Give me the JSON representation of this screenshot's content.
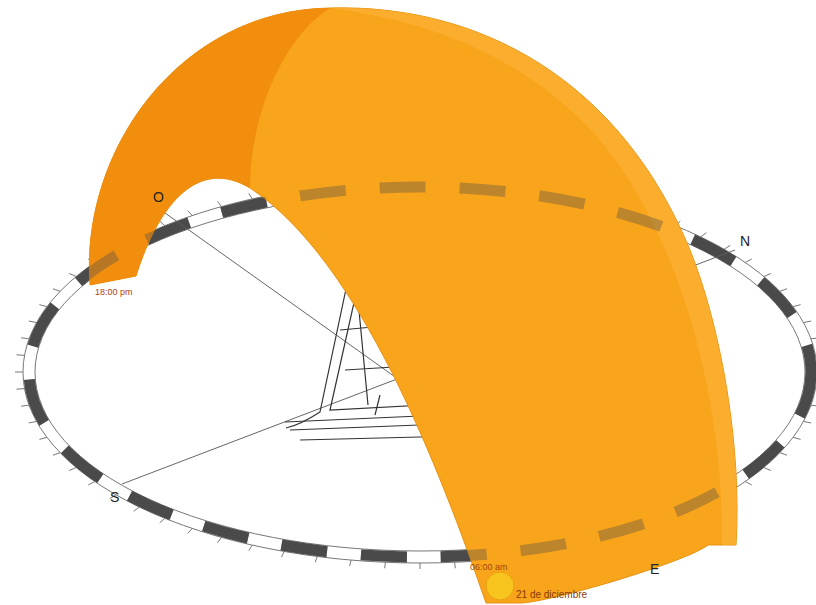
{
  "diagram": {
    "labels": [
      "O",
      "N",
      "S",
      "E",
      "18:00 pm",
      "06:00 am",
      "21 de diciembre"
    ]
  }
}
